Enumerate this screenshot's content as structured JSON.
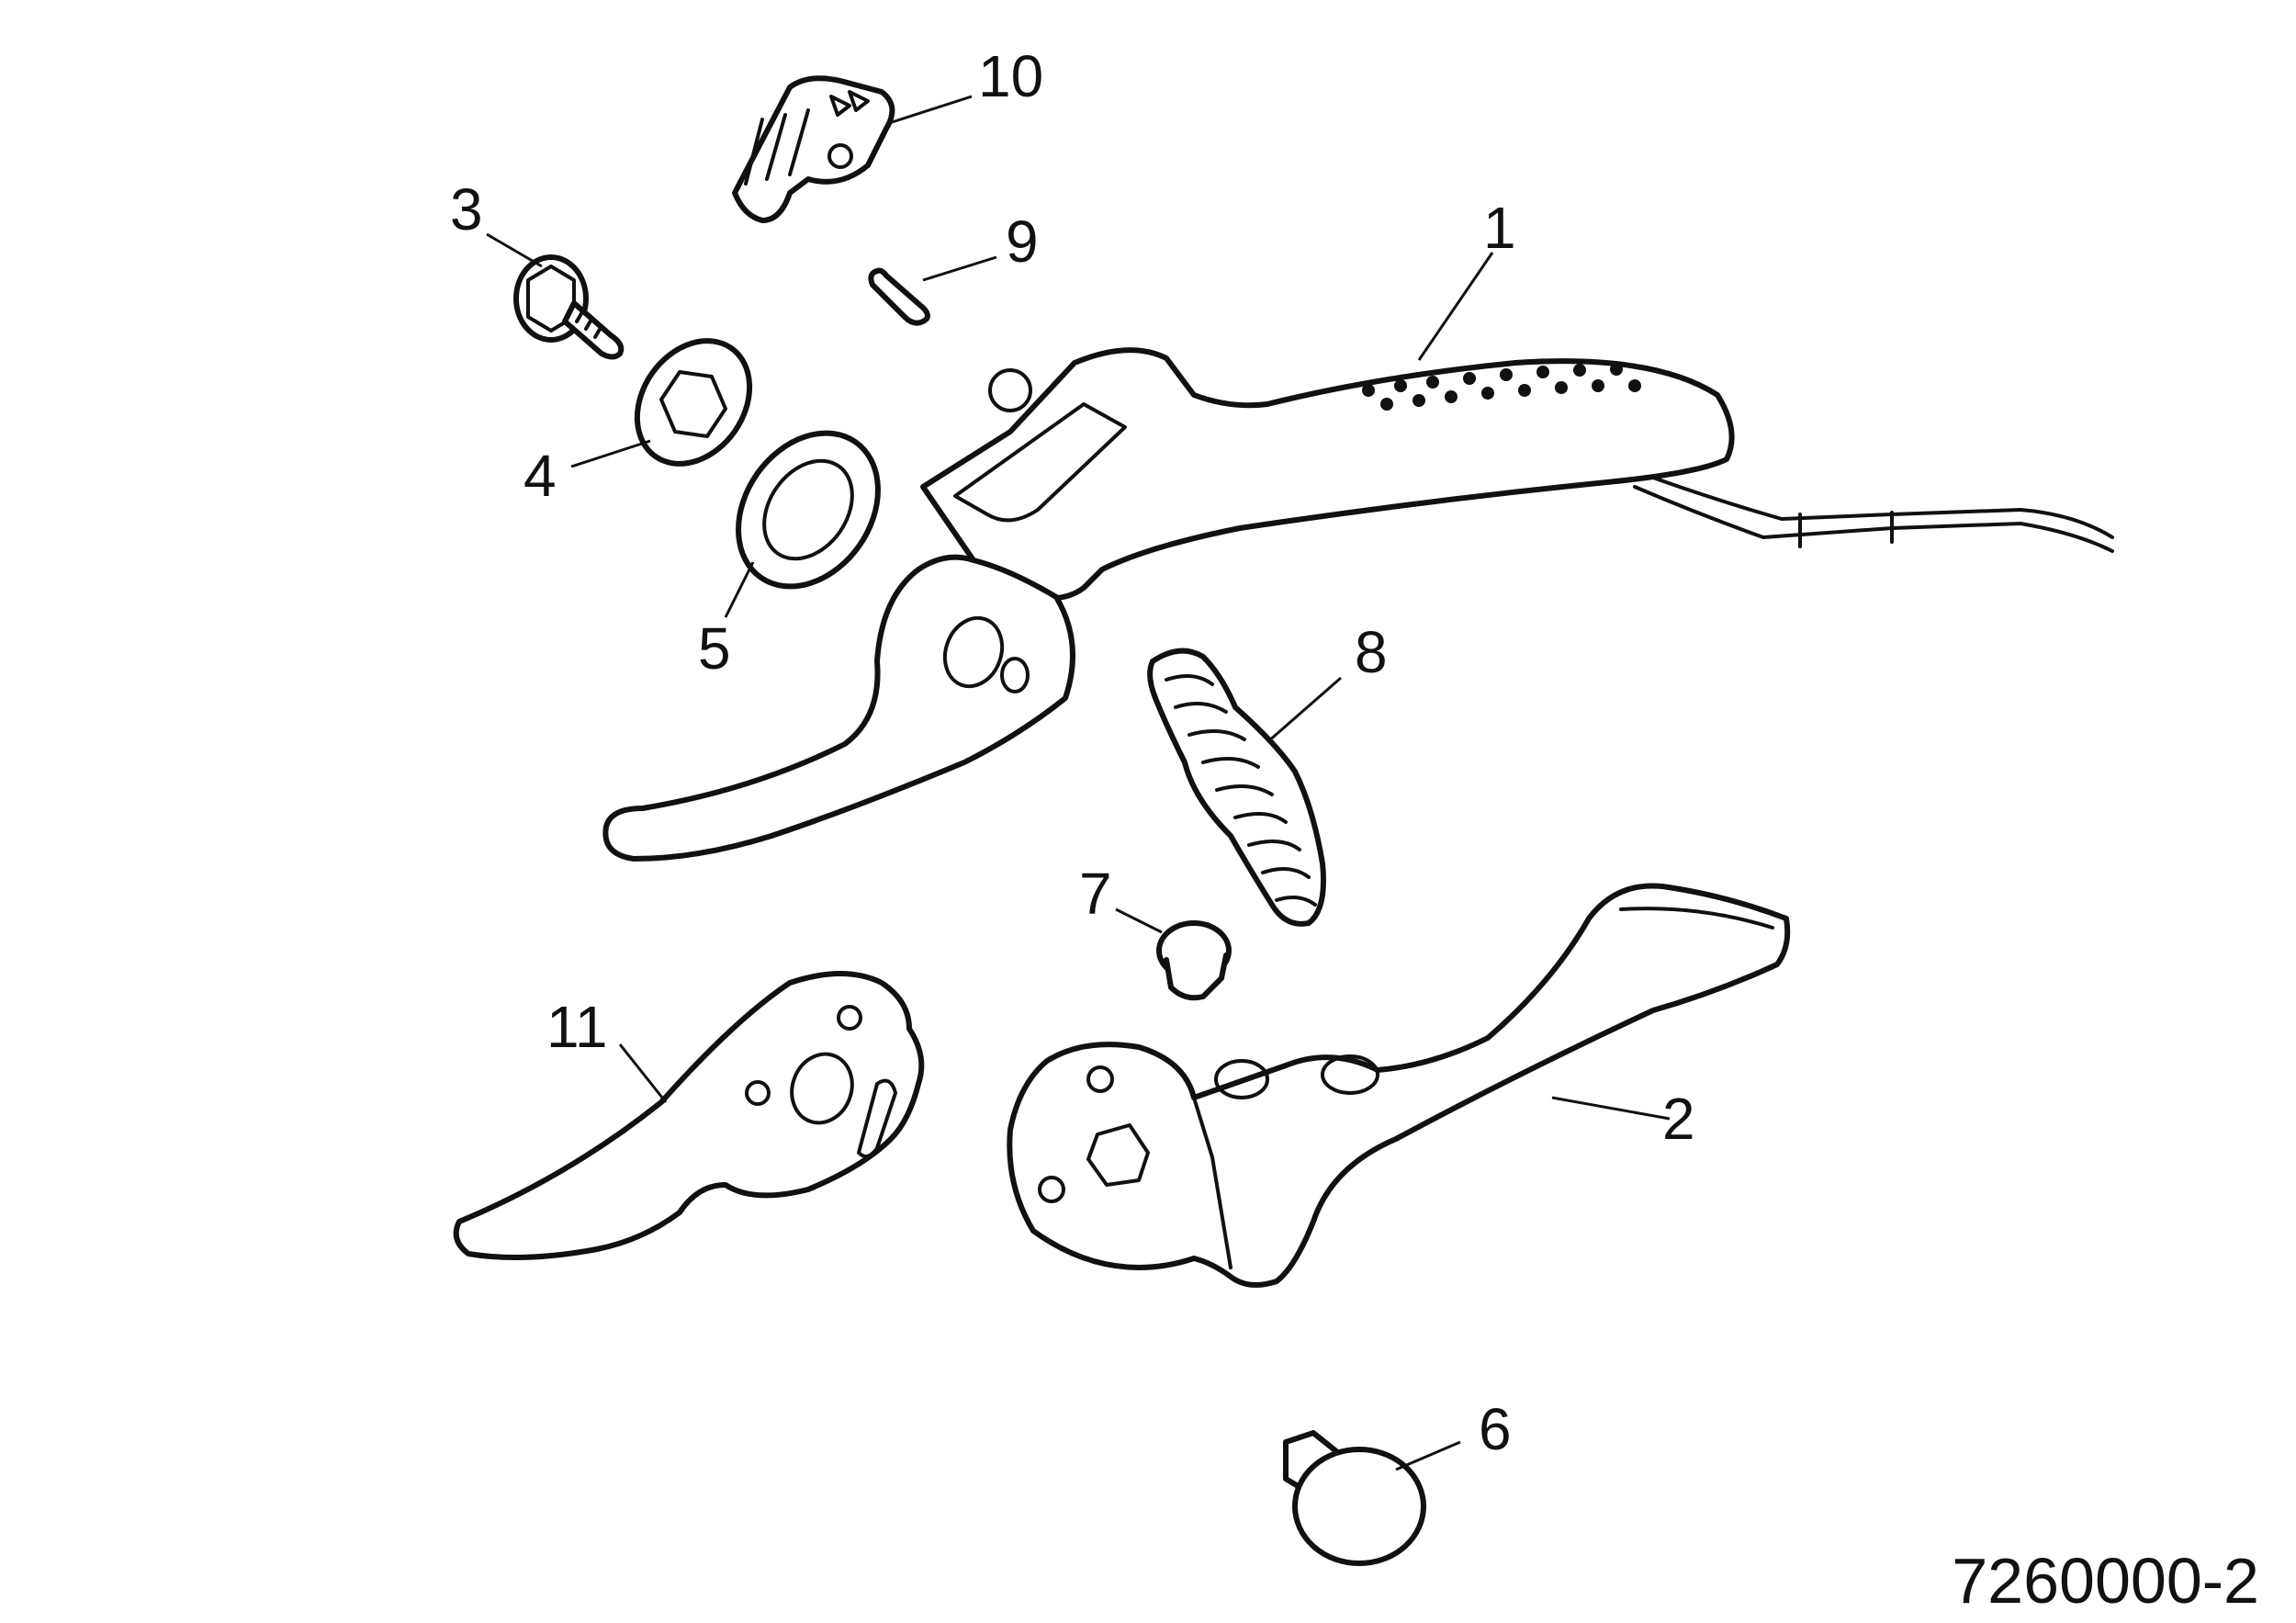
{
  "diagram": {
    "reference_code": "7260000-2",
    "callouts": [
      {
        "id": "1",
        "label": "1"
      },
      {
        "id": "2",
        "label": "2"
      },
      {
        "id": "3",
        "label": "3"
      },
      {
        "id": "4",
        "label": "4"
      },
      {
        "id": "5",
        "label": "5"
      },
      {
        "id": "6",
        "label": "6"
      },
      {
        "id": "7",
        "label": "7"
      },
      {
        "id": "8",
        "label": "8"
      },
      {
        "id": "9",
        "label": "9"
      },
      {
        "id": "10",
        "label": "10"
      },
      {
        "id": "11",
        "label": "11"
      }
    ]
  }
}
